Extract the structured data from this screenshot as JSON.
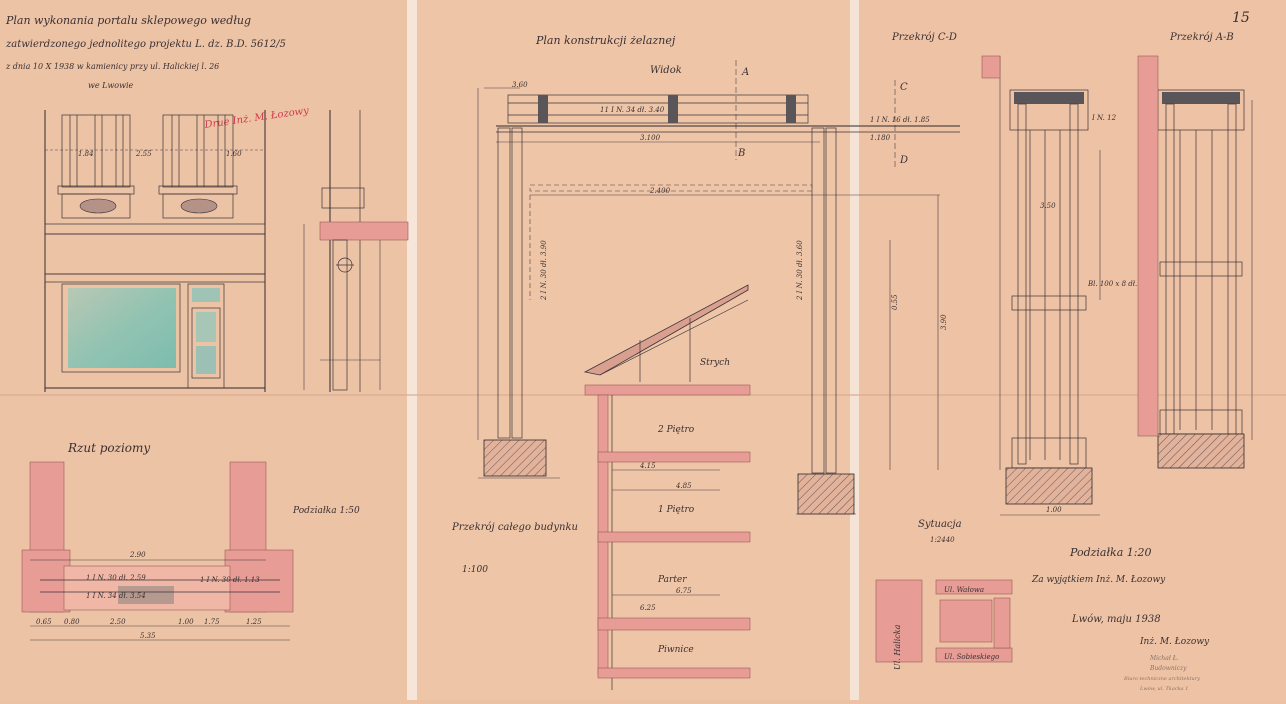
{
  "sheet_number": "15",
  "panel1": {
    "title_line1": "Plan wykonania portalu sklepowego według",
    "title_line2": "zatwierdzonego jednolitego projektu L. dz. B.D. 5612/5",
    "title_line3": "z dnia 10 X 1938 w kamienicy przy ul. Halickiej l. 26",
    "title_line4": "we Lwowie",
    "red_note": "Drue Inż. M. Łozowy",
    "elev_dims": [
      "1.84",
      "2.55",
      "1.60"
    ],
    "plan_title": "Rzut poziomy",
    "scale": "Podziałka 1:50",
    "plan_labels": [
      "1 I N. 30 dł. 2.59",
      "1 I N. 30 dł. 1.13",
      "1 I N. 34 dł. 3.54"
    ],
    "plan_dims": [
      "2.90",
      "2.50",
      "1.00",
      "1.75",
      "0.65",
      "0.80",
      "1.25",
      "5.35"
    ]
  },
  "panel2": {
    "title": "Plan konstrukcji żelaznej",
    "view_title": "Widok",
    "section_marks": [
      "A",
      "B",
      "C",
      "D"
    ],
    "beam_label": "11 I N. 34 dł. 3.40",
    "beam2_label": "1 I N. 16 dł. 1.85",
    "dims": [
      "2.400",
      "3.100",
      "1.180",
      "0.55",
      "3.90",
      "3.60"
    ],
    "column_labels": [
      "2 I N. 30 dł. 3.90",
      "2 I N. 30 dł. 3.60"
    ],
    "section_title": "Przekrój całego budynku",
    "section_scale": "1:100",
    "floors": [
      "Strych",
      "2 Piętro",
      "1 Piętro",
      "Parter",
      "Piwnice"
    ],
    "floor_dims": [
      "4.15",
      "4.85",
      "6.75",
      "6.25"
    ]
  },
  "panel3": {
    "title_cd": "Przekrój C-D",
    "title_ab": "Przekrój A-B",
    "steel_labels": [
      "Bl. 100 x 8 dł. 0.80",
      "I N. 12",
      "3.50",
      "1.00"
    ],
    "site_title": "Sytuacja",
    "site_scale": "1:2440",
    "streets": [
      "Ul. Halicka",
      "Ul. Wałowa",
      "Ul. Sobieskiego"
    ],
    "scale_note": "Podziałka 1:20",
    "author_note": "Za wyjątkiem Inż. M. Łozowy",
    "place_date": "Lwów, maju 1938",
    "signature": "Inż. M. Łozowy",
    "stamp_lines": [
      "Michał Ł.",
      "Budowniczy",
      "Biuro techniczne architektury",
      "Lwów, ul. Tkacka 1"
    ]
  }
}
